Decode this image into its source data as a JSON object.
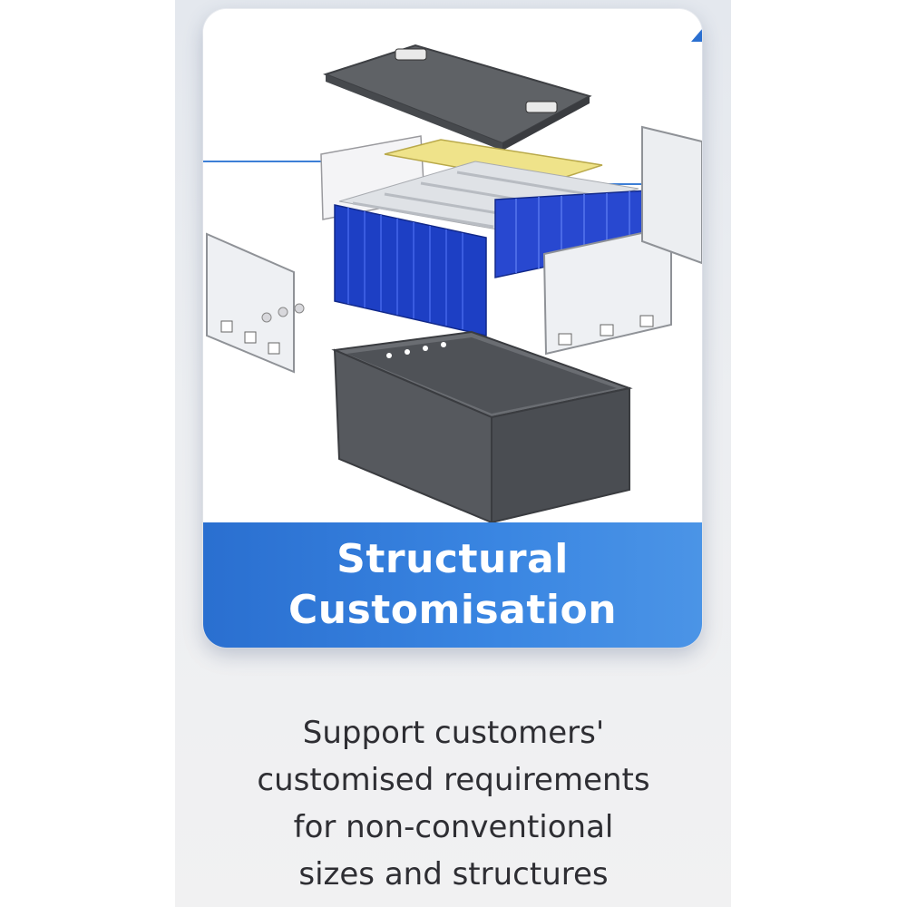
{
  "card": {
    "title_line1": "Structural",
    "title_line2": "Customisation",
    "illustration": "exploded-battery-pack-diagram"
  },
  "description": {
    "lines": [
      "Support customers'",
      "customised requirements",
      "for non-conventional",
      "sizes and structures"
    ]
  },
  "colors": {
    "accent_blue": "#2a6fd0",
    "cell_blue": "#1d3fc4",
    "casing_gray": "#5a5d62",
    "pcb_yellow": "#efe38a"
  }
}
